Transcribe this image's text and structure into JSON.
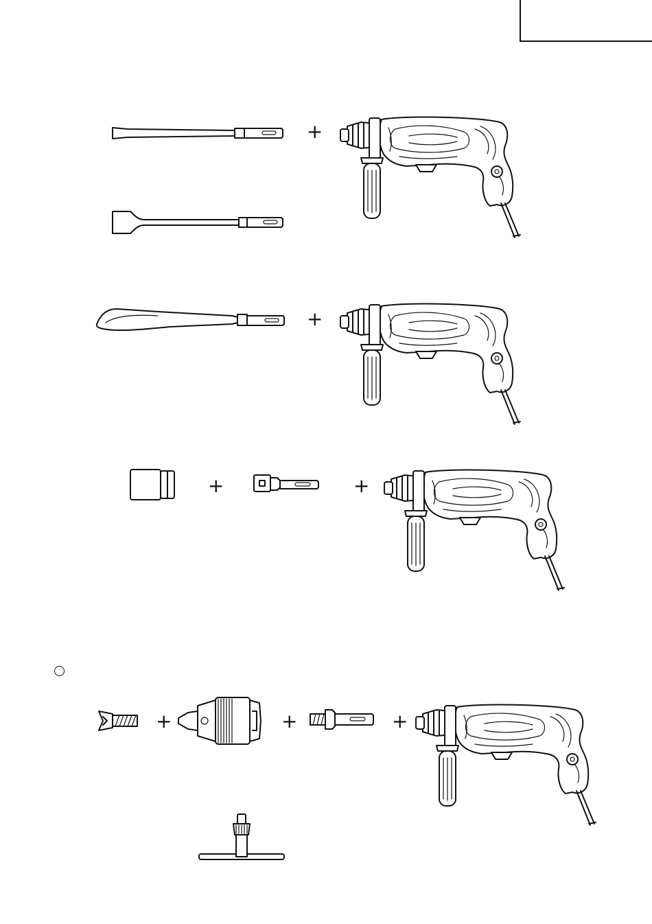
{
  "page": {
    "box_label": "",
    "plus_sign": "+"
  },
  "groups": [
    {
      "name": "flat-chisel-and-scraper-with-hammer"
    },
    {
      "name": "cold-chisel-with-hammer"
    },
    {
      "name": "socket-and-adapter-with-hammer"
    },
    {
      "name": "chuck-set-with-hammer"
    }
  ],
  "icons": {
    "drill": "rotary-hammer-icon",
    "chisel": "flat-chisel-icon",
    "scraper": "wide-scraper-icon",
    "gouge": "cold-chisel-icon",
    "socket": "socket-icon",
    "adapter": "socket-adapter-icon",
    "screw": "chuck-screw-icon",
    "chuck": "drill-chuck-icon",
    "chuck_adapter": "chuck-adapter-icon",
    "key": "chuck-key-icon"
  }
}
